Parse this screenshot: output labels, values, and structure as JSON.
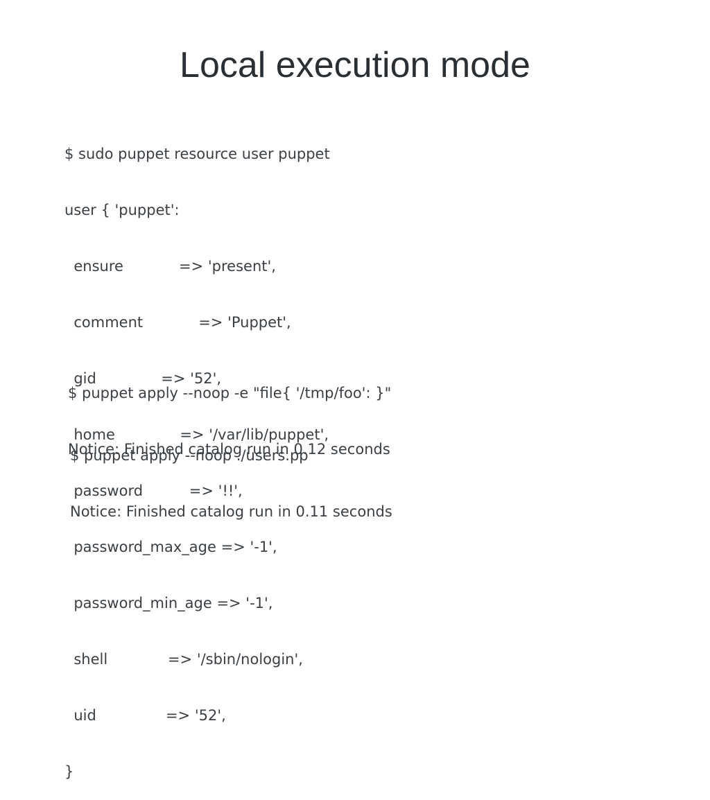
{
  "slide": {
    "title": "Local execution mode"
  },
  "resource_block": {
    "lines": [
      "$ sudo puppet resource user puppet",
      "user { 'puppet':",
      "  ensure            => 'present',",
      "  comment            => 'Puppet',",
      "  gid              => '52',",
      "  home              => '/var/lib/puppet',",
      "  password          => '!!',",
      "  password_max_age => '-1',",
      "  password_min_age => '-1',",
      "  shell             => '/sbin/nologin',",
      "  uid               => '52',",
      "}"
    ]
  },
  "apply_inline_block": {
    "lines": [
      "$ puppet apply --noop -e \"file{ '/tmp/foo': }\"",
      "Notice: Finished catalog run in 0.12 seconds"
    ]
  },
  "apply_manifest_block": {
    "lines": [
      "$ puppet apply --noop ./users.pp",
      "Notice: Finished catalog run in 0.11 seconds"
    ]
  }
}
